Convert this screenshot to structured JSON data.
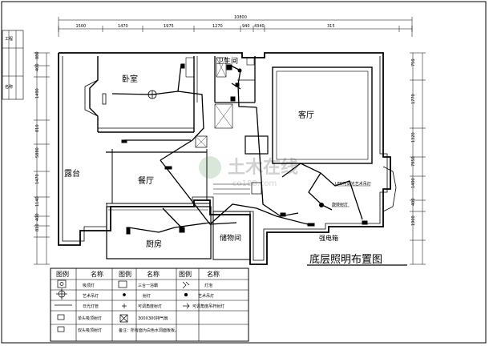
{
  "plan_title": "底层照明布置图",
  "rooms": {
    "bedroom": "卧室",
    "bathroom": "卫生间",
    "living_room": "客厅",
    "terrace": "露台",
    "dining_room": "餐厅",
    "kitchen": "厨房",
    "storage_room": "储物间"
  },
  "annotations": {
    "power_distribution_box": "强电箱",
    "rotating_spot": "旋转射灯",
    "art_pendant": "LED可调光艺术吊灯"
  },
  "watermark": {
    "brand": "土木在线",
    "url": "co188.com"
  },
  "dimensions": {
    "top_total": "10800",
    "top_segments": [
      "1500",
      "1470",
      "1975",
      "1270",
      "940",
      "4340",
      "315"
    ],
    "left_side": [
      "880",
      "400",
      "1490",
      "810",
      "5880",
      "1470",
      "1140",
      "400",
      "810"
    ],
    "right_side": [
      "750",
      "1770",
      "1320",
      "7950",
      "1490",
      "400",
      "1900"
    ]
  },
  "legend": {
    "headers": [
      "图例",
      "名称",
      "图例",
      "名称",
      "图例",
      "名称"
    ],
    "rows": [
      [
        "吸顶灯",
        "三合一浴霸",
        "灯泡"
      ],
      [
        "艺术吊灯",
        "射灯",
        "艺术吊灯"
      ],
      [
        "日光灯管",
        "可调角度射灯",
        "可调角度吊杆射灯"
      ],
      [
        "单头吸顶射灯",
        "300X300排气扇"
      ],
      [
        "双头吸顶射灯",
        "备注：所有面为白色水洞面板板。"
      ]
    ]
  },
  "title_block": [
    "工程",
    "名称"
  ]
}
